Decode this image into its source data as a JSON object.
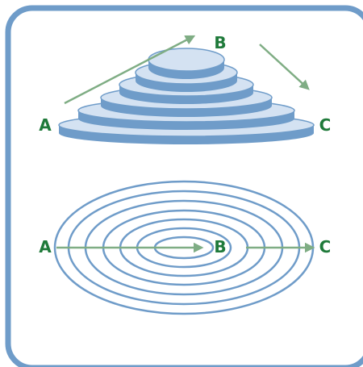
{
  "colors": {
    "frame": "#6f9cc9",
    "ring_stroke": "#6f9cc9",
    "tier_top": "#d4e2f2",
    "tier_side": "#6f9cc9",
    "arrow": "#7fad84",
    "label": "#1f7a3a"
  },
  "labels": {
    "top_a": "A",
    "top_b": "B",
    "top_c": "C",
    "bottom_a": "A",
    "bottom_b": "B",
    "bottom_c": "C"
  },
  "top_diagram": {
    "tier_count": 6
  },
  "bottom_diagram": {
    "ring_count": 7
  }
}
